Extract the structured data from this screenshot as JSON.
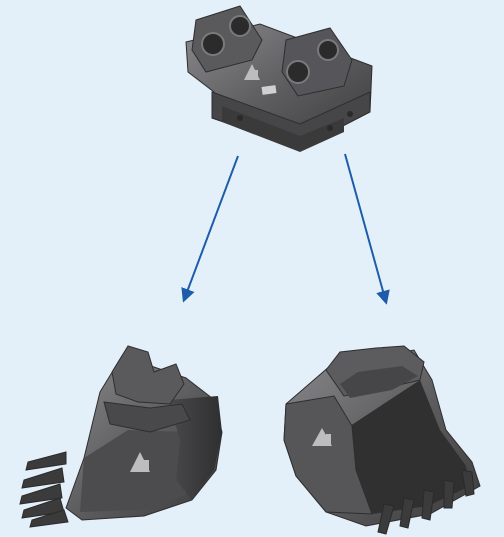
{
  "colors": {
    "background": "#e4f0f9",
    "arrow": "#1d5ca8",
    "steel_dark": "#3c3c3d",
    "steel_mid": "#59595b",
    "steel_light": "#7a7a7c",
    "steel_highlight": "#9a9a9c",
    "logo": "#bdbdbf"
  },
  "diagram": {
    "source": {
      "name": "quick-coupler",
      "icon": "coupler-icon",
      "brand_mark": "A"
    },
    "targets": [
      {
        "name": "toothed-digging-bucket",
        "icon": "bucket-icon",
        "brand_mark": "A"
      },
      {
        "name": "trenching-bucket",
        "icon": "bucket-icon",
        "brand_mark": "A"
      }
    ],
    "connections": [
      {
        "from": "quick-coupler",
        "to": "toothed-digging-bucket"
      },
      {
        "from": "quick-coupler",
        "to": "trenching-bucket"
      }
    ]
  }
}
